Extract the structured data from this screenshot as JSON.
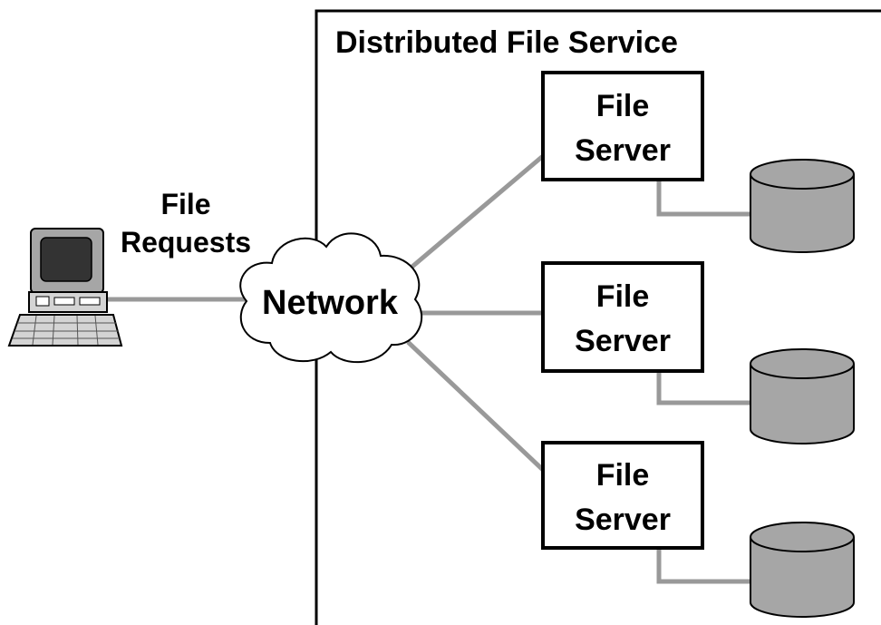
{
  "service": {
    "title": "Distributed File Service"
  },
  "client": {
    "requests_label_line1": "File",
    "requests_label_line2": "Requests"
  },
  "network": {
    "label": "Network"
  },
  "servers": [
    {
      "line1": "File",
      "line2": "Server"
    },
    {
      "line1": "File",
      "line2": "Server"
    },
    {
      "line1": "File",
      "line2": "Server"
    }
  ],
  "colors": {
    "link": "#999999",
    "disk_fill": "#a6a6a6",
    "monitor_bezel": "#a6a6a6",
    "screen": "#333333",
    "outline": "#000000"
  }
}
